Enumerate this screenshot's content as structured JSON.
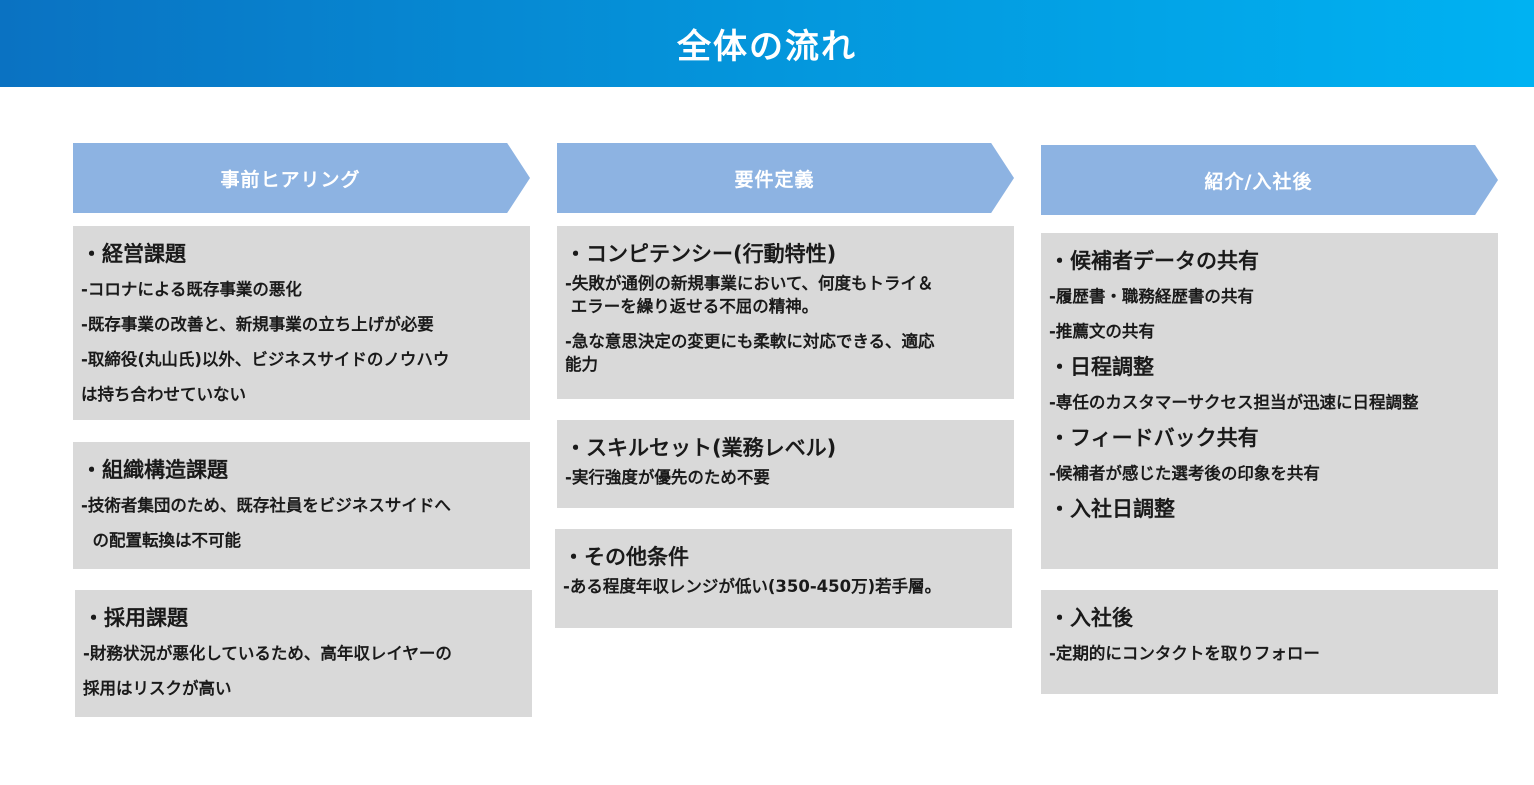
{
  "title": "全体の流れ",
  "columns": [
    {
      "label": "事前ヒアリング",
      "boxes": [
        {
          "lines": [
            {
              "t": "h",
              "text": "・経営課題"
            },
            {
              "t": "i",
              "text": "-コロナによる既存事業の悪化"
            },
            {
              "t": "i",
              "text": "-既存事業の改善と、新規事業の立ち上げが必要"
            },
            {
              "t": "i",
              "text": "-取締役(丸山氏)以外、ビジネスサイドのノウハウ"
            },
            {
              "t": "i",
              "text": "は持ち合わせていない"
            }
          ]
        },
        {
          "lines": [
            {
              "t": "h",
              "text": "・組織構造課題"
            },
            {
              "t": "i",
              "text": "-技術者集団のため、既存社員をビジネスサイドへ"
            },
            {
              "t": "i",
              "text": "  の配置転換は不可能"
            }
          ]
        },
        {
          "lines": [
            {
              "t": "h",
              "text": "・採用課題"
            },
            {
              "t": "i",
              "text": "-財務状況が悪化しているため、高年収レイヤーの"
            },
            {
              "t": "i",
              "text": "採用はリスクが高い"
            }
          ]
        }
      ]
    },
    {
      "label": "要件定義",
      "boxes": [
        {
          "lines": [
            {
              "t": "h",
              "text": "・コンピテンシー(行動特性)"
            },
            {
              "t": "i",
              "text": "-失敗が通例の新規事業において、何度もトライ＆"
            },
            {
              "t": "i",
              "text": " エラーを繰り返せる不屈の精神。"
            },
            {
              "t": "i",
              "text": "-急な意思決定の変更にも柔軟に対応できる、適応",
              "gap": true
            },
            {
              "t": "i",
              "text": "能力"
            }
          ]
        },
        {
          "lines": [
            {
              "t": "h",
              "text": "・スキルセット(業務レベル)"
            },
            {
              "t": "i",
              "text": "-実行強度が優先のため不要"
            }
          ]
        },
        {
          "lines": [
            {
              "t": "h",
              "text": "・その他条件"
            },
            {
              "t": "i",
              "text": "-ある程度年収レンジが低い(350-450万)若手層。"
            }
          ]
        }
      ]
    },
    {
      "label": "紹介/入社後",
      "boxes": [
        {
          "lines": [
            {
              "t": "h",
              "text": "・候補者データの共有"
            },
            {
              "t": "i",
              "text": "-履歴書・職務経歴書の共有"
            },
            {
              "t": "i",
              "text": "-推薦文の共有"
            },
            {
              "t": "h",
              "text": "・日程調整"
            },
            {
              "t": "i",
              "text": "-専任のカスタマーサクセス担当が迅速に日程調整"
            },
            {
              "t": "h",
              "text": "・フィードバック共有"
            },
            {
              "t": "i",
              "text": "-候補者が感じた選考後の印象を共有"
            },
            {
              "t": "h",
              "text": "・入社日調整"
            }
          ]
        },
        {
          "lines": [
            {
              "t": "h",
              "text": "・入社後"
            },
            {
              "t": "i",
              "text": "-定期的にコンタクトを取りフォロー"
            }
          ]
        }
      ]
    }
  ]
}
